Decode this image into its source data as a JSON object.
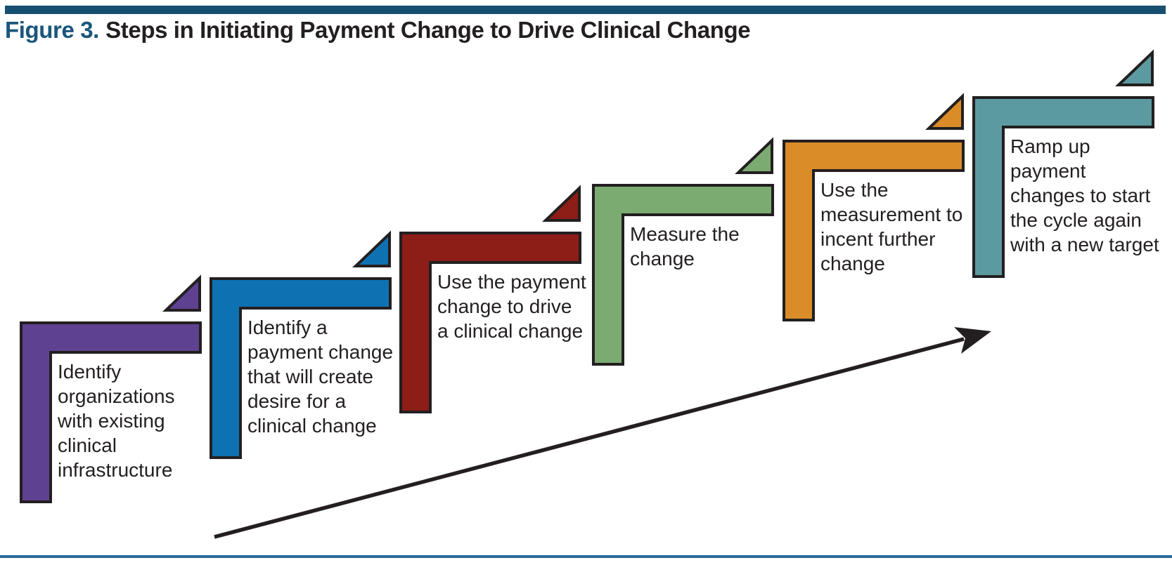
{
  "header": {
    "figure_label": "Figure 3.",
    "title": "Steps in Initiating Payment Change to Drive Clinical Change"
  },
  "diagram": {
    "steps": [
      {
        "label": "Identify organizations with existing clinical infrastructure",
        "color": "#5f4191"
      },
      {
        "label": "Identify a payment change that will create desire for a clinical change",
        "color": "#0e72b2"
      },
      {
        "label": "Use the payment change to drive a clinical change",
        "color": "#8c1d17"
      },
      {
        "label": "Measure the change",
        "color": "#7cab72"
      },
      {
        "label": "Use the measurement to incent further change",
        "color": "#d98c28"
      },
      {
        "label": "Ramp up payment changes to start the cycle again with a new target",
        "color": "#5c9aa1"
      }
    ]
  },
  "colors": {
    "accent_bar": "#174f70",
    "figure_label": "#1a567c",
    "title_text": "#231f20",
    "outline": "#231f20",
    "arrow": "#231f20",
    "bottom_rule": "#276a99"
  }
}
